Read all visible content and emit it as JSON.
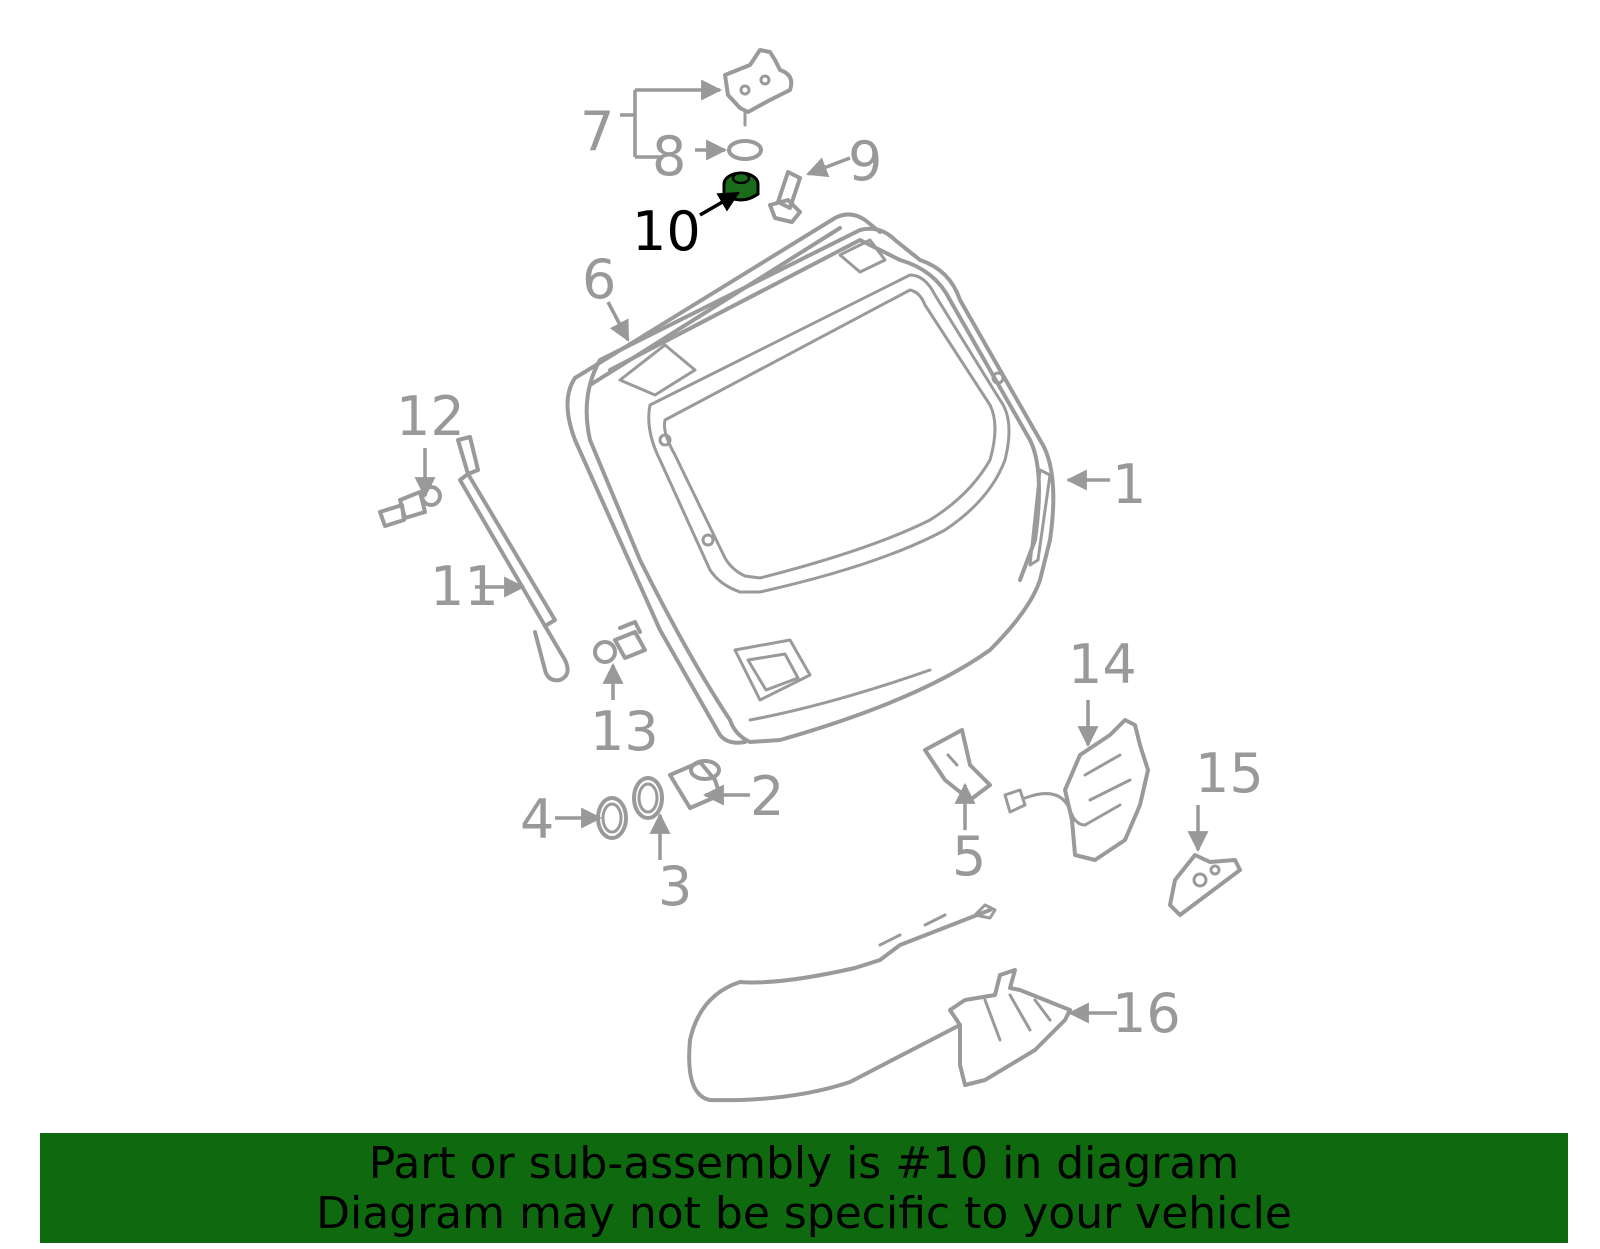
{
  "diagram": {
    "labels": [
      "1",
      "2",
      "3",
      "4",
      "5",
      "6",
      "7",
      "8",
      "9",
      "10",
      "11",
      "12",
      "13",
      "14",
      "15",
      "16"
    ],
    "highlighted_part": "10",
    "highlight_color": "#1a6b1a",
    "part_color": "#9a9a9a",
    "label_color": "#999999"
  },
  "banner": {
    "line1": "Part or sub-assembly is #10 in diagram",
    "line2": "Diagram may not be specific to your vehicle",
    "background": "#0f6a0f"
  }
}
